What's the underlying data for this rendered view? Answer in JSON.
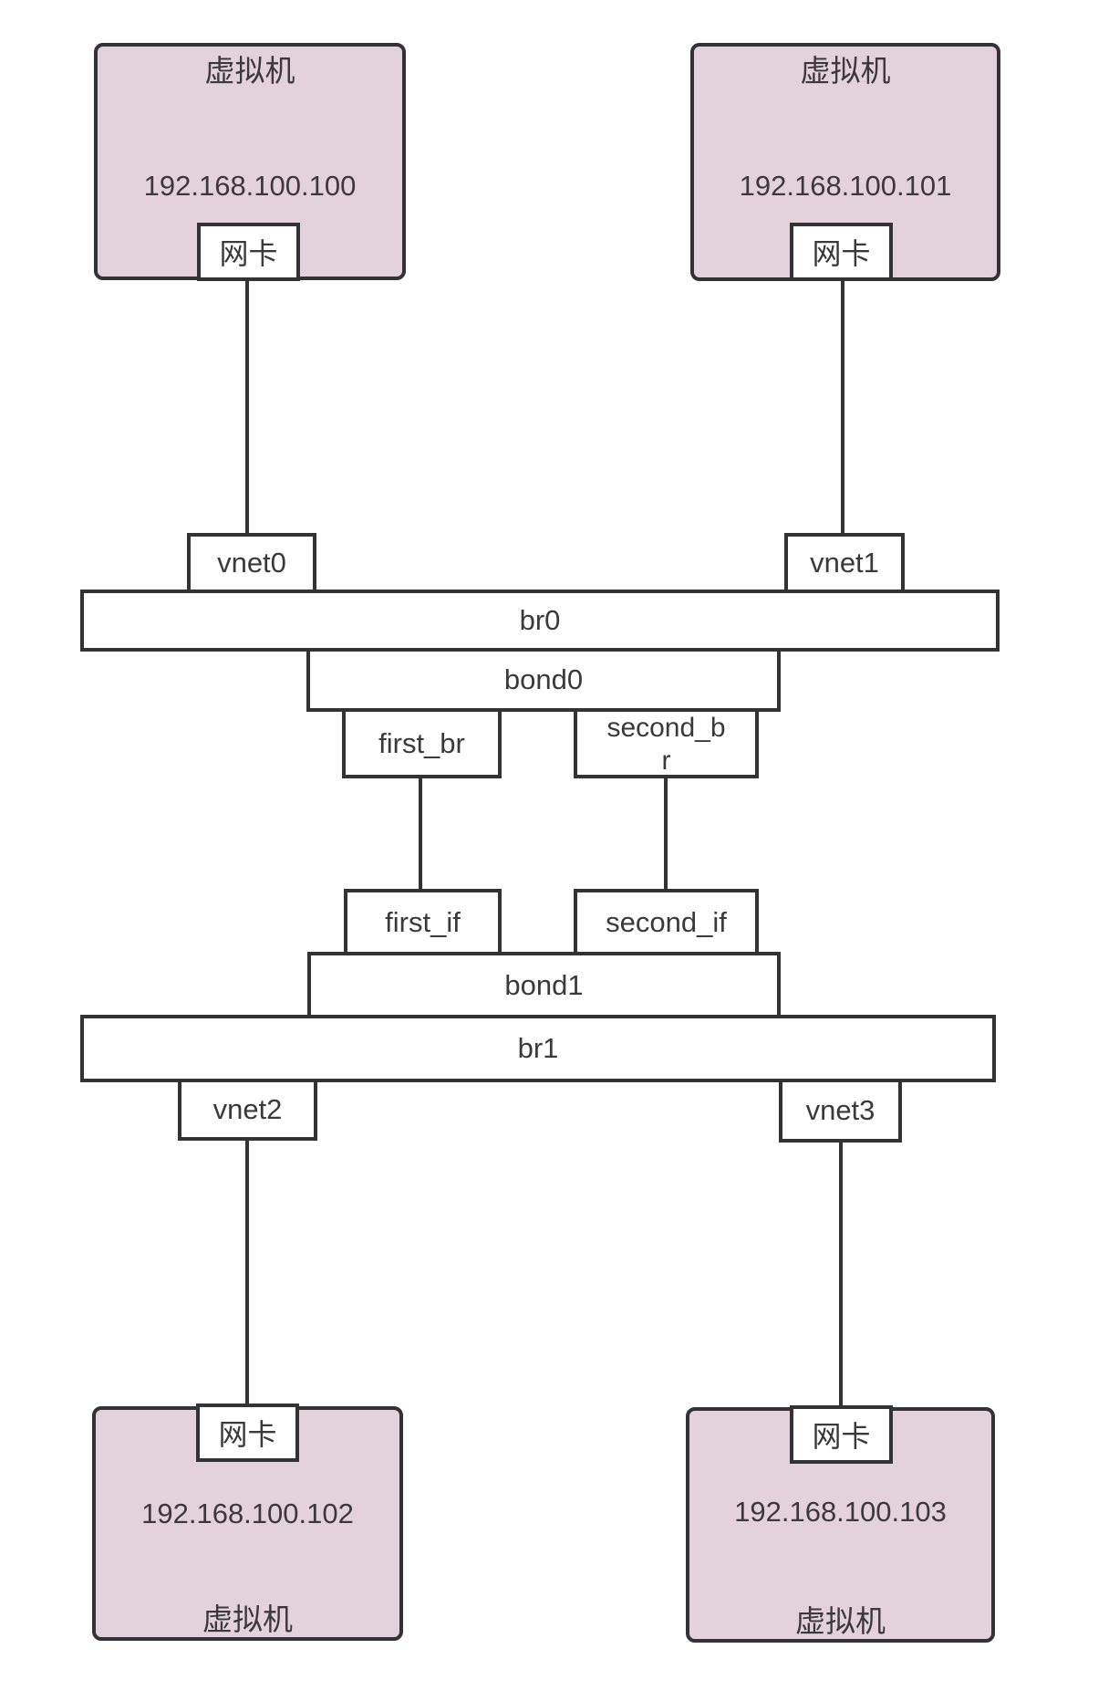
{
  "diagram": {
    "type": "network-topology",
    "vms": [
      {
        "position": "top-left",
        "title": "虚拟机",
        "ip": "192.168.100.100",
        "nic": "网卡"
      },
      {
        "position": "top-right",
        "title": "虚拟机",
        "ip": "192.168.100.101",
        "nic": "网卡"
      },
      {
        "position": "bottom-left",
        "title": "虚拟机",
        "ip": "192.168.100.102",
        "nic": "网卡"
      },
      {
        "position": "bottom-right",
        "title": "虚拟机",
        "ip": "192.168.100.103",
        "nic": "网卡"
      }
    ],
    "nodes": {
      "vnet0": "vnet0",
      "vnet1": "vnet1",
      "vnet2": "vnet2",
      "vnet3": "vnet3",
      "br0": "br0",
      "bond0": "bond0",
      "first_br": "first_br",
      "second_br": "second_br",
      "first_if": "first_if",
      "second_if": "second_if",
      "bond1": "bond1",
      "br1": "br1"
    },
    "connections": [
      {
        "from": "vm-top-left.nic",
        "to": "vnet0"
      },
      {
        "from": "vm-top-right.nic",
        "to": "vnet1"
      },
      {
        "from": "vnet0",
        "to": "br0"
      },
      {
        "from": "vnet1",
        "to": "br0"
      },
      {
        "from": "br0",
        "to": "bond0"
      },
      {
        "from": "bond0",
        "to": "first_br"
      },
      {
        "from": "bond0",
        "to": "second_br"
      },
      {
        "from": "first_br",
        "to": "first_if"
      },
      {
        "from": "second_br",
        "to": "second_if"
      },
      {
        "from": "first_if",
        "to": "bond1"
      },
      {
        "from": "second_if",
        "to": "bond1"
      },
      {
        "from": "bond1",
        "to": "br1"
      },
      {
        "from": "br1",
        "to": "vnet2"
      },
      {
        "from": "br1",
        "to": "vnet3"
      },
      {
        "from": "vnet2",
        "to": "vm-bottom-left.nic"
      },
      {
        "from": "vnet3",
        "to": "vm-bottom-right.nic"
      }
    ],
    "colors": {
      "vm_fill": "#E4D2DA",
      "node_fill": "#FFFFFF",
      "border": "#333336",
      "line": "#333336",
      "text": "#3A3A3C",
      "background": "#FFFFFF"
    }
  }
}
